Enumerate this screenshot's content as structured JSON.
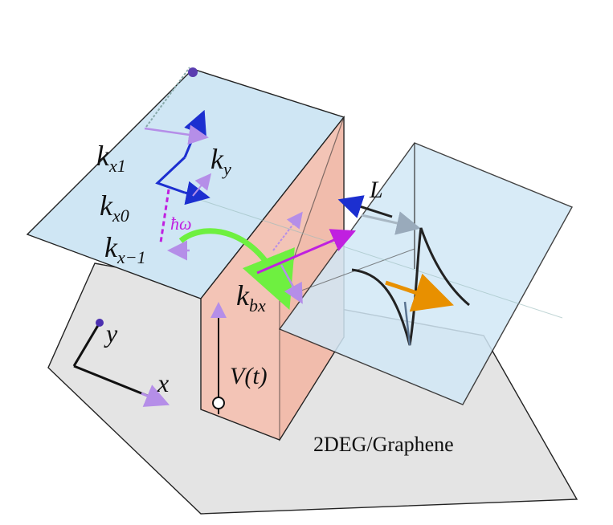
{
  "labels": {
    "kx1": "k",
    "kx1_sub": "x1",
    "ky": "k",
    "ky_sub": "y",
    "kx0": "k",
    "kx0_sub": "x0",
    "kxm1": "k",
    "kxm1_sub": "x−1",
    "hbar_omega": "ħω",
    "kbx": "k",
    "kbx_sub": "bx",
    "L": "L",
    "V_t": "V(t)",
    "axis_y": "y",
    "axis_x": "x",
    "substrate": "2DEG/Graphene"
  },
  "colors": {
    "plane_blue": "#cfe6f4",
    "barrier_pink": "#f3c4b6",
    "substrate_gray": "#e4e4e4",
    "arrow_blue": "#1c2fd0",
    "arrow_magenta": "#c020e0",
    "arrow_green": "#6ef040",
    "arrow_orange": "#e89000",
    "arrow_lavender": "#c9a8f0"
  }
}
